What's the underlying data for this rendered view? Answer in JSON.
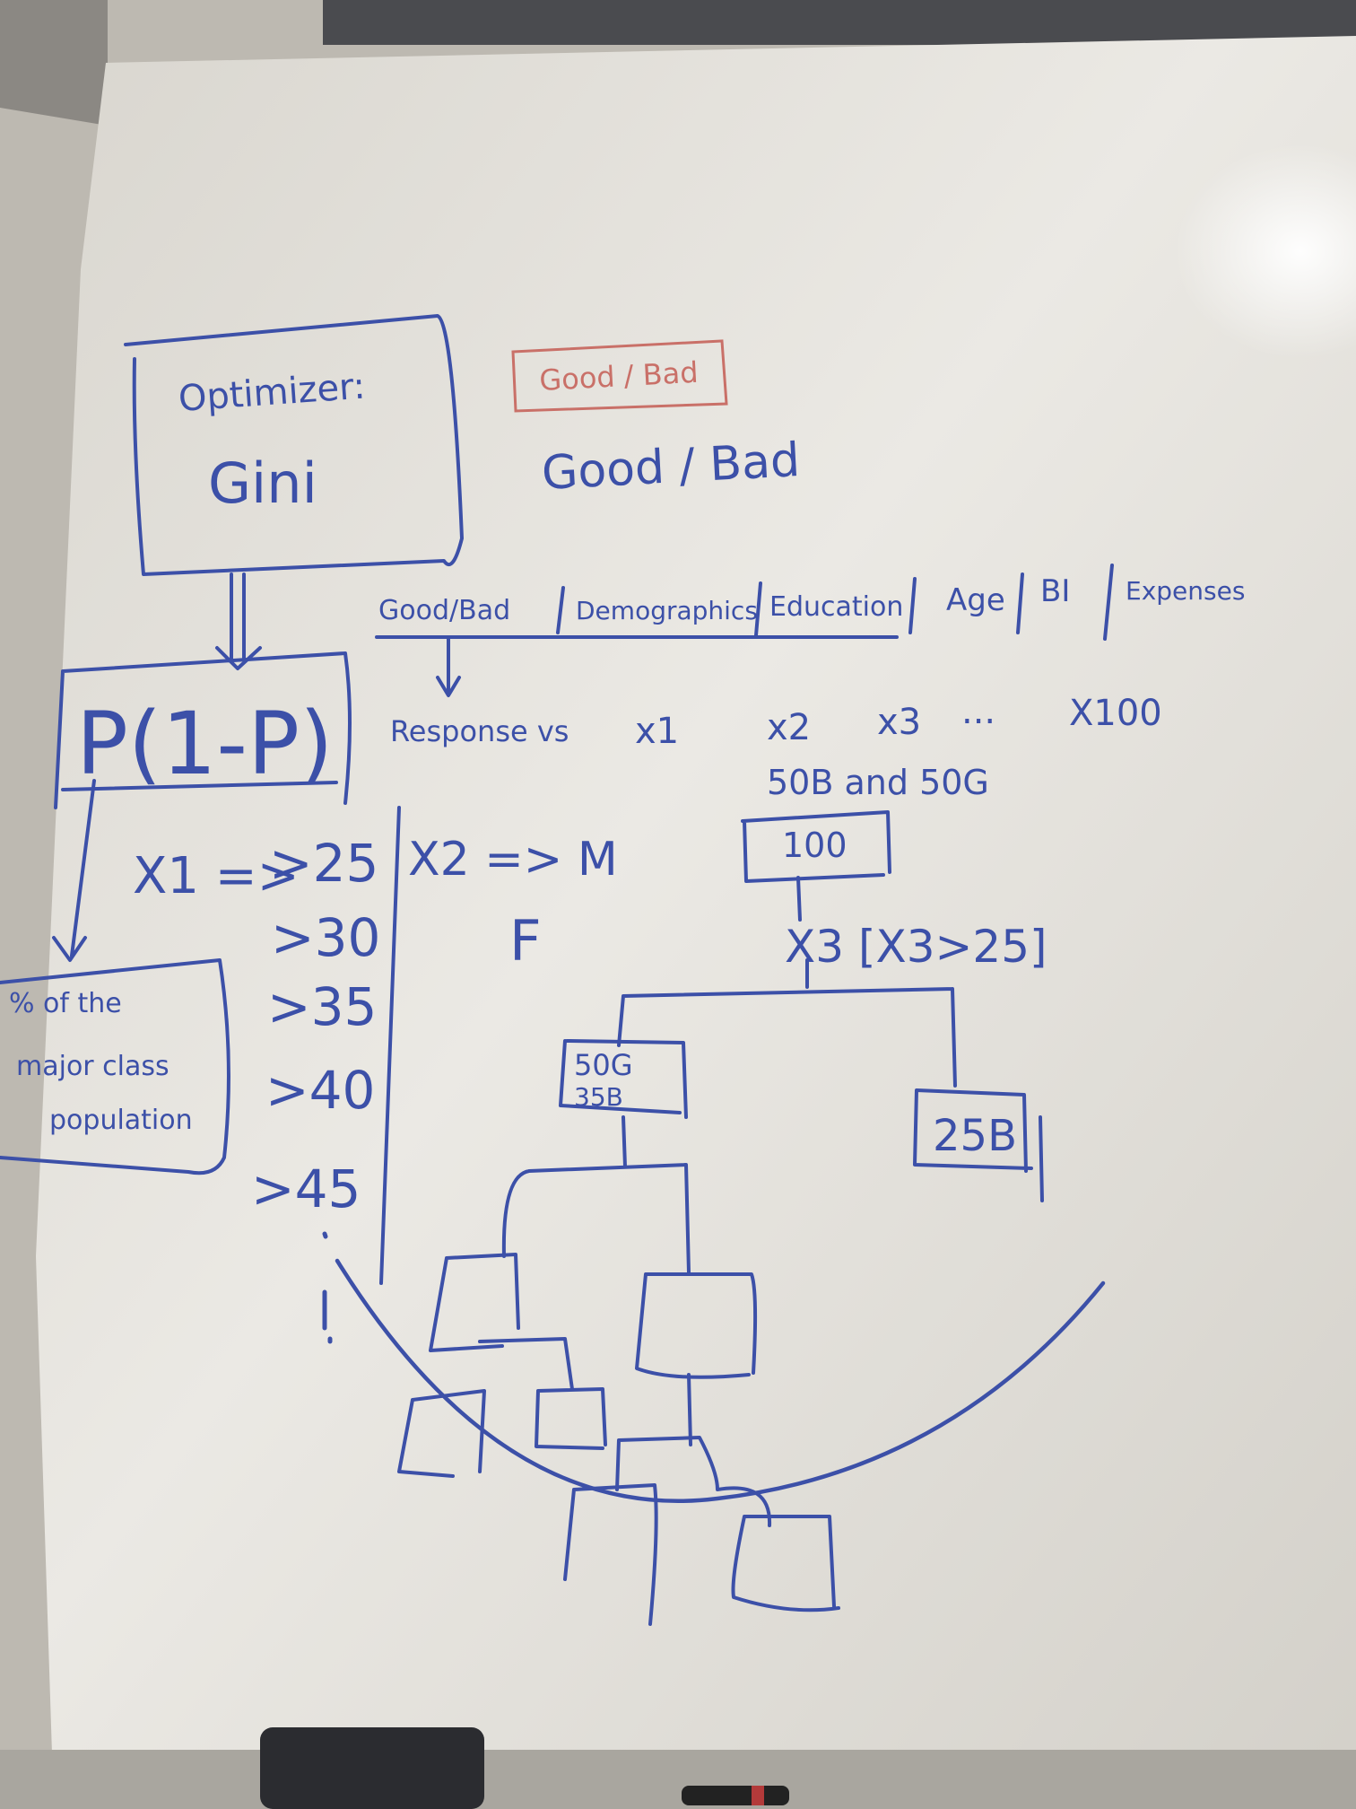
{
  "board": {
    "optimizer_label": "Optimizer:",
    "gini_label": "Gini",
    "red_box_text": "Good / Bad",
    "good_bad_text": "Good / Bad",
    "column_headers": [
      "Good/Bad",
      "Demographics",
      "Education",
      "Age",
      "BI",
      "Expenses"
    ],
    "response_row": [
      "Response vs",
      "x1",
      "x2",
      "x3",
      "...",
      "X100"
    ],
    "counts_note": "50B and 50G",
    "formula": "P(1-P)",
    "note_lines": [
      "% of the",
      "major class",
      "population"
    ],
    "x1_label": "X1 =>",
    "thresholds": [
      ">25",
      ">30",
      ">35",
      ">40",
      ">45"
    ],
    "x2_label": "X2 => M",
    "x2_alt": "F",
    "root_node": "100",
    "split_label": "X3 [X3>25]",
    "left_node_lines": [
      "50G",
      "35B"
    ],
    "right_node": "25B"
  },
  "colors": {
    "ink_blue": "#3c50a8",
    "ink_red": "#c97068",
    "board": "#e9e7e2",
    "wall": "#bfbcb5"
  }
}
